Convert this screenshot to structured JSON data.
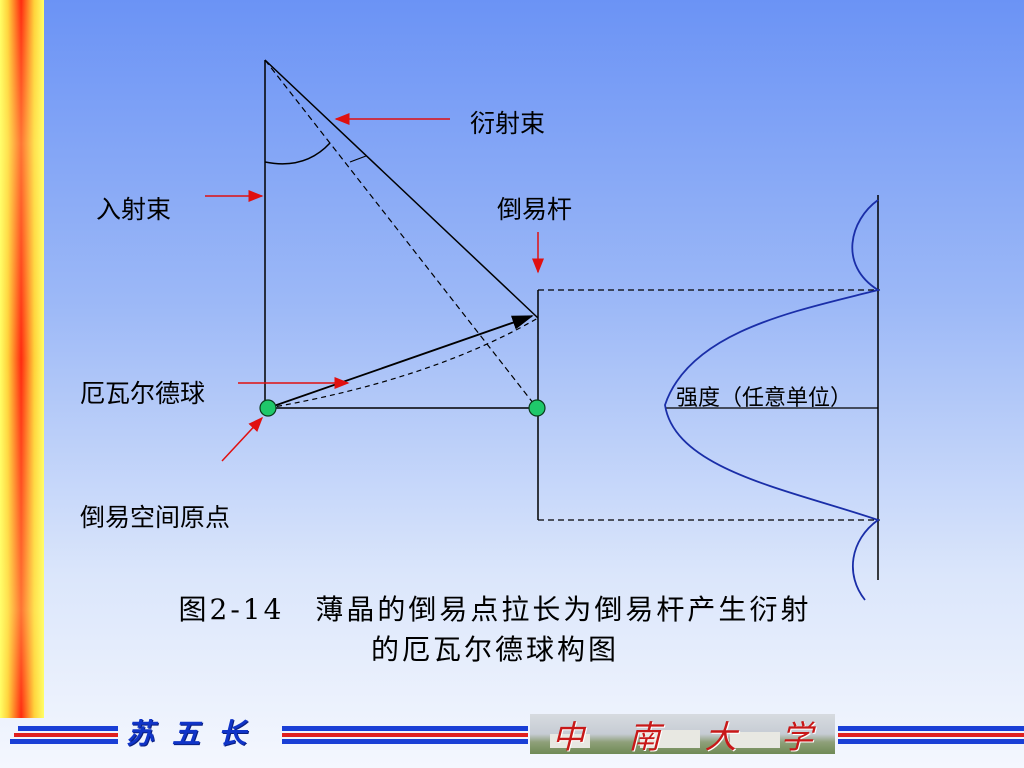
{
  "labels": {
    "diffracted_beam": "衍射束",
    "incident_beam": "入射束",
    "reciprocal_rod": "倒易杆",
    "ewald_sphere": "厄瓦尔德球",
    "intensity": "强度（任意单位）",
    "reciprocal_origin": "倒易空间原点"
  },
  "caption": {
    "line1": "图2-14　薄晶的倒易点拉长为倒易杆产生衍射",
    "line2": "的厄瓦尔德球构图"
  },
  "footer": {
    "author": "苏五长",
    "university": [
      "中",
      "南",
      "大",
      "学"
    ]
  },
  "colors": {
    "arrow": "#e01010",
    "intensity_curve": "#1a2ea8",
    "node": "#1fc86a",
    "line": "#000000"
  }
}
